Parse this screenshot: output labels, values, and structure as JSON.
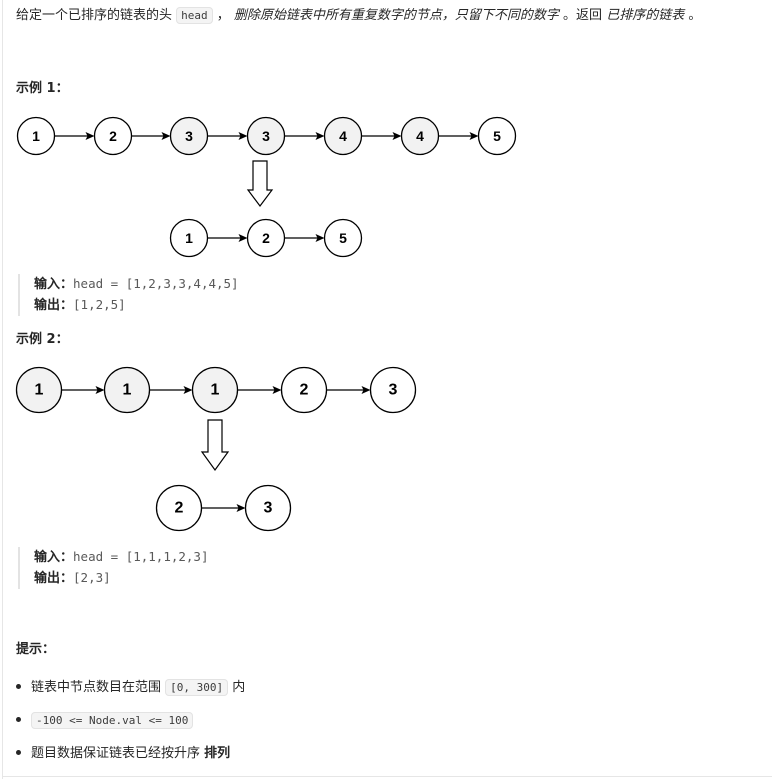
{
  "intro": {
    "prefix": "给定一个已排序的链表的头 ",
    "code": "head",
    "sep": " ， ",
    "italic1": "删除原始链表中所有重复数字的节点，只留下不同的数字",
    "middle": " 。返回 ",
    "italic2": "已排序的链表",
    "suffix": " 。"
  },
  "example1": {
    "title": "示例 1：",
    "top_nodes": [
      "1",
      "2",
      "3",
      "3",
      "4",
      "4",
      "5"
    ],
    "top_shaded": [
      false,
      false,
      true,
      true,
      true,
      true,
      false
    ],
    "bottom_nodes": [
      "1",
      "2",
      "5"
    ],
    "input_label": "输入：",
    "input_value": "head = [1,2,3,3,4,4,5]",
    "output_label": "输出：",
    "output_value": "[1,2,5]"
  },
  "example2": {
    "title": "示例 2：",
    "top_nodes": [
      "1",
      "1",
      "1",
      "2",
      "3"
    ],
    "top_shaded": [
      true,
      true,
      true,
      false,
      false
    ],
    "bottom_nodes": [
      "2",
      "3"
    ],
    "input_label": "输入：",
    "input_value": "head = [1,1,1,2,3]",
    "output_label": "输出：",
    "output_value": "[2,3]"
  },
  "hints": {
    "title": "提示：",
    "item1_prefix": "链表中节点数目在范围 ",
    "item1_code": "[0, 300]",
    "item1_suffix": " 内",
    "item2_code": "-100 <= Node.val <= 100",
    "item3_prefix": "题目数据保证链表已经按升序 ",
    "item3_bold": "排列"
  },
  "colors": {
    "shaded_node": "#f2f2f2",
    "plain_node": "#ffffff",
    "text": "#262626"
  }
}
